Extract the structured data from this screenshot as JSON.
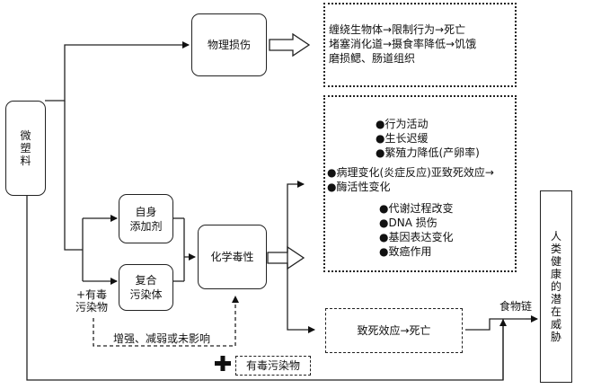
{
  "nodes": {
    "microplastic": "微\n塑\n料",
    "physical_damage": "物理损伤",
    "self_additive": "自身\n添加剂",
    "composite_pollutant": "复合\n污染体",
    "chemical_toxicity": "化学毒性",
    "toxic_pollutant_side": "+有毒\n污染物",
    "enhance_note": "增强、减弱或未影响",
    "toxic_pollutant_bottom": "有毒污染物",
    "food_chain": "食物链",
    "human_health": "人\n类\n健\n康\n的\n潜\n在\n威\n胁",
    "lethal_death": "致死效应→死亡"
  },
  "physical_effects": [
    "缠绕生物体→限制行为→死亡",
    "堵塞消化道→摄食率降低→饥饿",
    "磨损鳃、肠道组织"
  ],
  "chemical_effects": {
    "group1": [
      "●行为活动",
      "●生长迟缓",
      "●繁殖力降低(产卵率)"
    ],
    "group2": [
      "●病理变化(炎症反应)亚致死效应→",
      "●酶活性变化"
    ],
    "group3": [
      "●代谢过程改变",
      "●DNA 损伤",
      "●基因表达变化",
      "●致癌作用"
    ]
  },
  "icons": {
    "plus": "plus-icon"
  }
}
